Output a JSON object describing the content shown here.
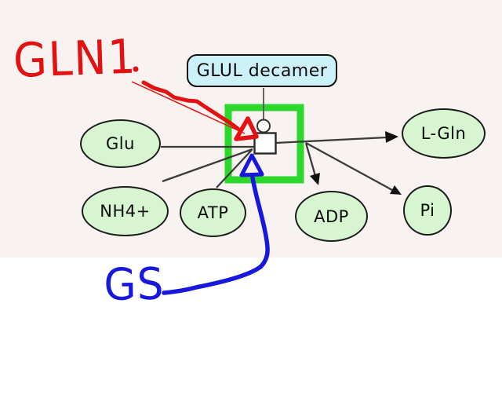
{
  "nodes": {
    "enzyme": {
      "label": "GLUL decamer"
    },
    "substrates": [
      {
        "label": "Glu"
      },
      {
        "label": "NH4+"
      },
      {
        "label": "ATP"
      }
    ],
    "products": [
      {
        "label": "L-Gln"
      },
      {
        "label": "ADP"
      },
      {
        "label": "Pi"
      }
    ]
  },
  "annotations": {
    "red_text": "GLN1",
    "blue_text": "GS"
  },
  "colors": {
    "substrate_fill": "#d7f5d0",
    "enzyme_fill": "#ccf1f8",
    "highlight_box_green": "#2bd82b",
    "red_annotation": "#e31111",
    "blue_annotation": "#1717dd",
    "canvas_top": "#f8f2f0",
    "canvas_bottom": "#ffffff",
    "edge": "#3b3b3b"
  }
}
